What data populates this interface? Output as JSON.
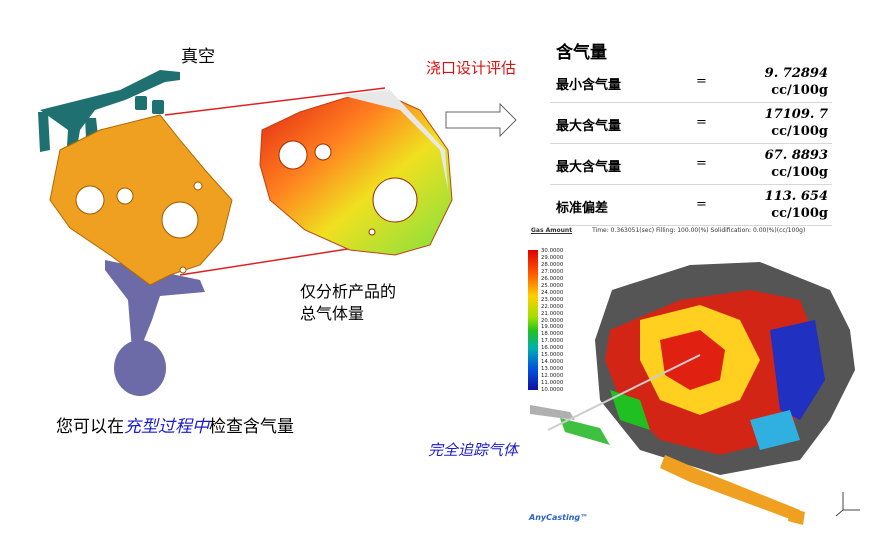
{
  "labels": {
    "vacuum": "真空",
    "gate_eval": "浇口设计评估",
    "analyze_line1": "仅分析产品的",
    "analyze_line2": "总气体量",
    "check_prefix": "您可以在",
    "check_highlight": "充型过程中",
    "check_suffix": "检查含气量",
    "track": "完全追踪气体"
  },
  "gas": {
    "title": "含气量",
    "rows": [
      {
        "name": "最小含气量",
        "eq": "=",
        "value": "9. 72894",
        "unit": "cc/100g"
      },
      {
        "name": "最大含气量",
        "eq": "=",
        "value": "17109. 7",
        "unit": "cc/100g"
      },
      {
        "name": "最大含气量",
        "eq": "=",
        "value": "67. 8893",
        "unit": "cc/100g"
      },
      {
        "name": "标准偏差",
        "eq": "=",
        "value": "113. 654",
        "unit": "cc/100g"
      }
    ]
  },
  "sim": {
    "header_title": "Gas Amount",
    "header_info": "Time: 0.363051(sec)  Filling: 100.00(%)  Solidification:  0.00(%)(cc/100g)",
    "legend_values": [
      "30.0000",
      "29.0000",
      "28.0000",
      "27.0000",
      "26.0000",
      "25.0000",
      "24.0000",
      "23.0000",
      "22.0000",
      "21.0000",
      "20.0000",
      "19.0000",
      "18.0000",
      "17.0000",
      "16.0000",
      "15.0000",
      "14.0000",
      "13.0000",
      "12.0000",
      "11.0000",
      "10.0000"
    ],
    "brand": "AnyCasting™"
  },
  "colors": {
    "casting_orange": "#f0a020",
    "runner_teal": "#1f7070",
    "biscuit_purple": "#6d6aa8",
    "connector_red": "#e02020",
    "highlight_blue": "#1a1ad0"
  }
}
